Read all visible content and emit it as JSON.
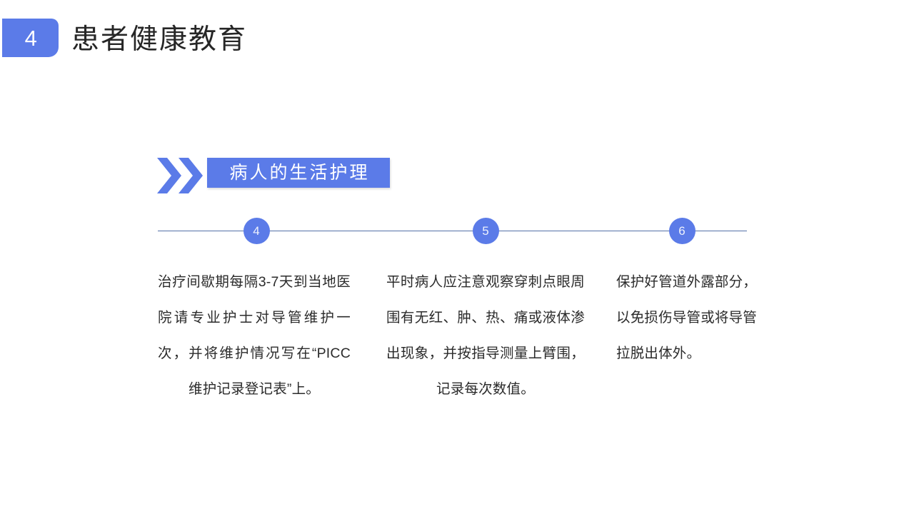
{
  "header": {
    "badge_number": "4",
    "title": "患者健康教育"
  },
  "subheading": {
    "chevron_icon": "double-chevron-right-icon",
    "label": "病人的生活护理"
  },
  "timeline": {
    "nodes": [
      {
        "number": "4"
      },
      {
        "number": "5"
      },
      {
        "number": "6"
      }
    ]
  },
  "content": {
    "columns": [
      {
        "id": "4",
        "text": "治疗间歇期每隔3-7天到当地医院请专业护士对导管维护一次，并将维护情况写在“PICC维护记录登记表”上。"
      },
      {
        "id": "5",
        "text": "平时病人应注意观察穿刺点眼周围有无红、肿、热、痛或液体渗出现象，并按指导测量上臂围，记录每次数值。"
      },
      {
        "id": "6",
        "text": "保护好管道外露部分，以免损伤导管或将导管拉脱出体外。"
      }
    ]
  },
  "colors": {
    "accent_blue": "#5b7be8",
    "line_blue": "#5471a8",
    "text_dark": "#2b2b2b",
    "title_dark": "#262626",
    "background": "#ffffff"
  }
}
